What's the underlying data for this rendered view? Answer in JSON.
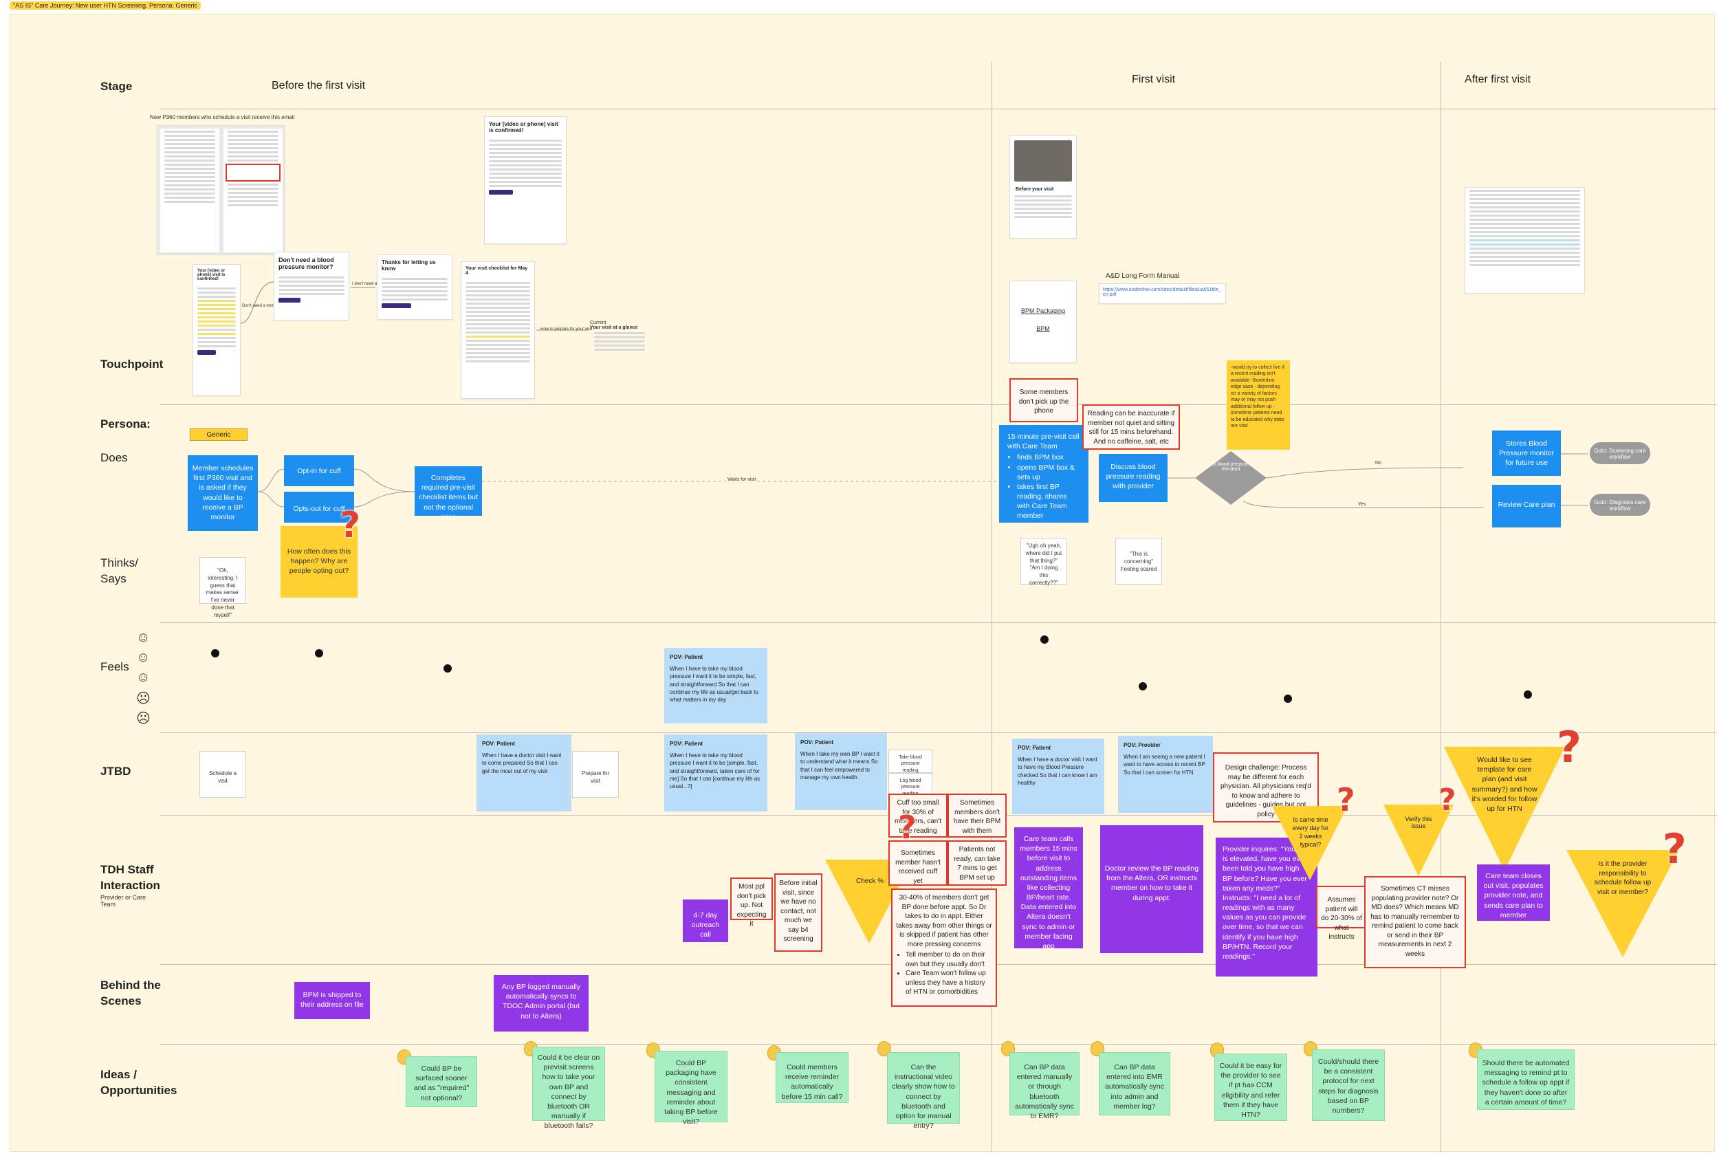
{
  "frame_label": "\"AS IS\" Care Journey: New user HTN Screening, Persona: Generic",
  "rows": {
    "stage": "Stage",
    "touchpoint": "Touchpoint",
    "persona": "Persona:",
    "does": "Does",
    "thinks_says": "Thinks/ Says",
    "feels": "Feels",
    "jtbd": "JTBD",
    "tdh_staff": "TDH Staff Interaction",
    "tdh_staff_sub": "Provider or Care Team",
    "behind": "Behind the Scenes",
    "ideas": "Ideas / Opportunities"
  },
  "stages": [
    "Before the first visit",
    "First visit",
    "After first visit"
  ],
  "persona_tag": "Generic",
  "touchpoint": {
    "email_caption": "New P360 members who schedule a visit receive this email",
    "confirm_title": "Your [video or phone] visit is confirmed!",
    "confirm_small_title": "Your [video or phone] visit is confirmed!",
    "no_cuff_title": "Don't need a blood pressure monitor?",
    "thanks_title": "Thanks for letting us know",
    "checklist_title": "Your visit checklist for May 4",
    "current_title": "Current",
    "current_sub": "Your visit at a glance",
    "before_visit_title": "Before your visit",
    "bpm_line1": "BPM Packaging",
    "bpm_line2": "BPM",
    "manual_title": "A&D Long Form Manual",
    "manual_link": "https://www.andonline.com/sites/default/files/ua651ble_en.pdf",
    "arrow_dont_need": "Don't need a monitor?",
    "arrow_dont_need2": "I don't need a...",
    "arrow_prepare": "How to prepare for your visit"
  },
  "does": {
    "member_schedules": "Member schedules first P360 visit and is asked if they would like to receive a BP monitor",
    "opt_in": "Opt-in for cuff",
    "opt_out": "Opts-out for cuff",
    "completes": "Completes required pre-visit checklist items but not the optional ones",
    "waits": "Waits for visit",
    "previsit_title": "15 minute pre-visit call with Care Team",
    "previsit_items": [
      "finds BPM box",
      "opens BPM box & sets up",
      "takes first BP reading, shares with Care Team member"
    ],
    "discuss": "Discuss blood pressure reading with provider",
    "decision": "Is blood pressure elevated",
    "no": "No",
    "yes": "Yes",
    "stores": "Stores Blood Pressure monitor for future use",
    "review": "Review Care plan",
    "goto_screening": "Goto: Screening care workflow",
    "goto_diagnosis": "Goto: Diagnosis care workflow",
    "red_no_pickup": "Some members don't pick up the phone",
    "red_inaccurate": "Reading can be inaccurate if member not quiet and sitting still for 15 mins beforehand. And no caffeine, salt, etc",
    "yellow_sticky": "-would try to collect live if a recent reading isn't available -Borderline edge case - depending on a variety of factors may or may not push additional follow up - sometime patients need to be educated why stats are vital",
    "how_often": "How often does this happen? Why are people opting out?"
  },
  "thinks": {
    "t1": "\"Oh, interesting. I guess that makes sense. I've never done that myself\"",
    "t2": "\"Ugh oh yeah, where did I put that thing?\" \"Am I doing this correctly??\"",
    "t3": "\"This is concerning\" Feeling scared"
  },
  "feels_faces": [
    "☺",
    "☺",
    "☺",
    "☹",
    "☹"
  ],
  "jtbd": {
    "schedule": "Schedule a visit",
    "pov_patient_1": "POV: Patient",
    "pov_patient_1_body": "When I have a doctor visit I want to come prepared So that I can get the most out of my visit",
    "prepare": "Prepare for visit",
    "pov_patient_2": "POV: Patient",
    "pov_patient_2_body": "When I have to take my blood pressure I want it to be [simple, fast, and straightforward, taken care of for me] So that I can [continue my life as usual...?]",
    "pov_patient_feels": "POV: Patient",
    "pov_patient_feels_body": "When I have to take my blood pressure I want it to be simple, fast, and straightforward So that I can continue my life as usual/get back to what matters in my day",
    "pov_patient_3": "POV: Patient",
    "pov_patient_3_body": "When I take my own BP I want it to understand what it means So that I can feel empowered to manage my own health",
    "take_bp": "Take blood pressure reading",
    "log_bp": "Log blood pressure reading",
    "pov_patient_4": "POV: Patient",
    "pov_patient_4_body": "When I have a doctor visit I want to have my Blood Pressure checked So that I can know I am healthy",
    "pov_provider": "POV: Provider",
    "pov_provider_body": "When I am seeing a new patient I want to have access to recent BP So that I can screen for HTN",
    "design_challenge": "Design challenge: Process may be different for each physician. All physicians req'd to know and adhere to guidelines - guides but not policy",
    "would_like": "Would like to see template for care plan (and visit summary?) and how it's worded for follow up for HTN"
  },
  "staff": {
    "outreach": "4-7 day outreach call",
    "most_ppl": "Most ppl don't pick up. Not expecting it",
    "before_initial": "Before initial visit, since we have no contact, not much we say b4 screening",
    "check": "Check %",
    "cuff_small": "Cuff too small for 30% of members, can't take reading",
    "no_bpm": "Sometimes members don't have their BPM with them",
    "sometimes_cuff": "Sometimes member hasn't received cuff yet",
    "not_ready": "Patients not ready, can take 7 mins to get BPM set up",
    "percent_title": "30-40% of members don't get BP done before appt. So Dr takes to do in appt. Either takes away from other things or is skipped if patient has other more pressing concerns",
    "percent_items": [
      "Tell member to do on their own but they usually don't",
      "Care Team won't follow up unless they have a history of HTN or comorbidities"
    ],
    "care_team_calls": "Care team calls members 15 mins before visit to address outstanding items like collecting BP/heart rate. Data entered into Altera doesn't sync to admin or member facing app",
    "doctor_review": "Doctor review the BP reading from the Altera, OR instructs member on how to take it during appt.",
    "provider_inquires": "Provider inquires: \"Your BP is elevated, have you ever been told you have high BP before? Have you ever taken any meds?\" Instructs: \"I need a lot of readings with as many values as you can provide over time, so that we can identify if you have high BP/HTN. Record your readings.\"",
    "same_time": "Is same time every day for 2 weeks typical?",
    "assumes": "Assumes patient will do 20-30% of what instructs",
    "verify": "Verify this issue",
    "sometimes_ct": "Sometimes CT misses populating provider note? Or MD does? Which means MD has to manually remember to remind patient to come back or send in their BP measurements in next 2 weeks",
    "care_team_closes": "Care team closes out visit, populates provider note, and sends care plan to member",
    "is_provider_resp": "Is it the provider responsibility to schedule follow up visit or member?"
  },
  "behind": {
    "shipped": "BPM is shipped to their address on file",
    "any_bp": "Any BP logged manually automatically syncs to TDOC Admin portal (but not to Altera)"
  },
  "ideas": [
    "Could BP be surfaced sooner and as \"required\" not optional?",
    "Could it be clear on previsit screens how to take your own BP and connect by bluetooth OR manually if bluetooth fails?",
    "Could BP packaging have consistent messaging and reminder about taking BP before visit?",
    "Could members receive reminder automatically before 15 min call?",
    "Can the instructional video clearly show how to connect by bluetooth and option for manual entry?",
    "Can BP data entered manually or through bluetooth automatically sync to EMR?",
    "Can BP data entered into EMR automatically sync into admin and member log?",
    "Could it be easy for the provider to see if pt has CCM eligibility and refer them if they have HTN?",
    "Could/should there be a consistent protocol for next steps for diagnosis based on BP numbers?",
    "Should there be automated messaging to remind pt to schedule a follow up appt if they haven't done so after a certain amount of time?"
  ],
  "colors": {
    "board": "#fff7e0",
    "blue": "#1d8ff1",
    "purple": "#9137e8",
    "green": "#a8eec3",
    "yellow": "#ffd02f",
    "red": "#e0392c",
    "light_blue": "#b9dcf8"
  }
}
